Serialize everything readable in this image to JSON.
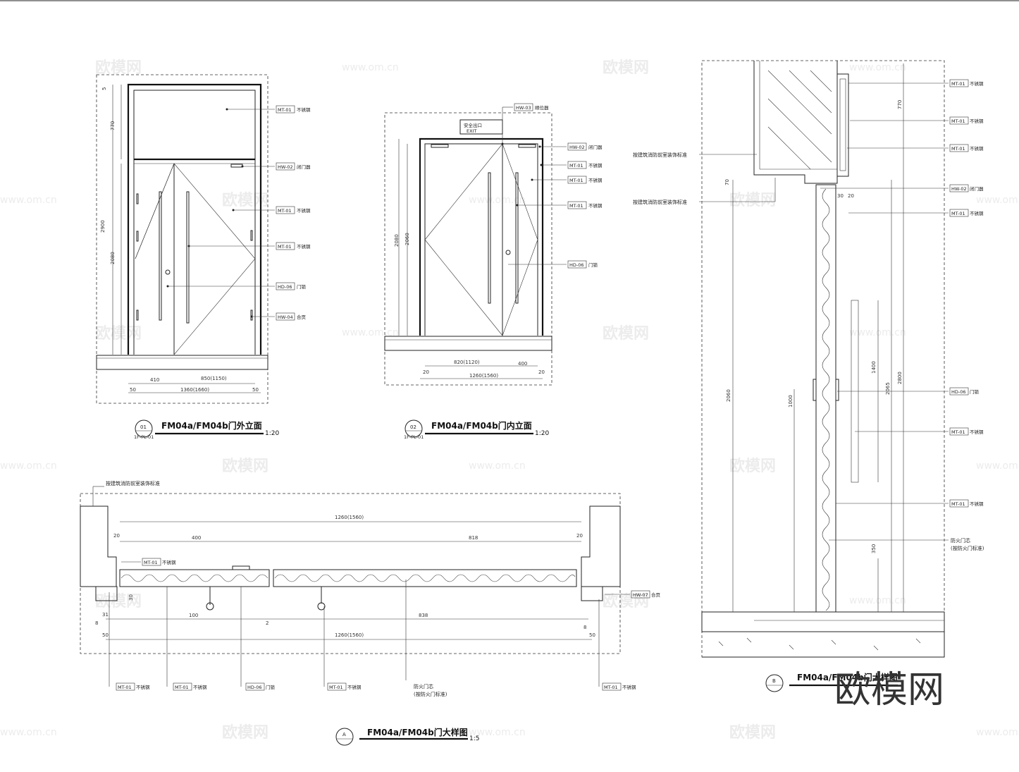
{
  "watermarks": {
    "brand": "欧模网",
    "url": "www.om.cn",
    "logo": "欧模网"
  },
  "drawing01": {
    "title": "FM04a/FM04b门外立面",
    "scale": "1:20",
    "number": "01",
    "sheet": "1F-PL-01",
    "tags": [
      {
        "code": "MT-01",
        "label": "不锈钢"
      },
      {
        "code": "HW-02",
        "label": "闭门器"
      },
      {
        "code": "MT-01",
        "label": "不锈钢"
      },
      {
        "code": "MT-01",
        "label": "不锈钢"
      },
      {
        "code": "HD-06",
        "label": "门锁"
      },
      {
        "code": "HW-04",
        "label": "合页"
      }
    ],
    "dims": {
      "d770": "770",
      "d2900": "2900",
      "d2080": "2080",
      "d410": "410",
      "d850": "850(1150)",
      "d1360": "1360(1660)",
      "d50a": "50",
      "d50b": "50",
      "d5": "5"
    }
  },
  "drawing02": {
    "title": "FM04a/FM04b门内立面",
    "scale": "1:20",
    "number": "02",
    "sheet": "1F-PL-01",
    "exit_sign": {
      "cn": "安全出口",
      "en": "EXIT"
    },
    "tags": [
      {
        "code": "HW-03",
        "label": "顺位器"
      },
      {
        "code": "HW-02",
        "label": "闭门器"
      },
      {
        "code": "MT-01",
        "label": "不锈钢"
      },
      {
        "code": "MT-01",
        "label": "不锈钢"
      },
      {
        "code": "MT-01",
        "label": "不锈钢"
      },
      {
        "code": "HD-06",
        "label": "门锁"
      }
    ],
    "dims": {
      "d2080": "2080",
      "d2060": "2060",
      "d820": "820(1120)",
      "d400": "400",
      "d1260": "1260(1560)",
      "d20a": "20",
      "d20b": "20"
    }
  },
  "drawingA": {
    "title": "FM04a/FM04b门大样图",
    "scale": "1:5",
    "number": "A",
    "note_top": "按建筑消防前室装饰标准",
    "tags": [
      {
        "code": "MT-01",
        "label": "不锈钢"
      },
      {
        "code": "HW-07",
        "label": "合页"
      }
    ],
    "bottom_tags": [
      {
        "code": "MT-01",
        "label": "不锈钢"
      },
      {
        "code": "MT-01",
        "label": "不锈钢"
      },
      {
        "code": "HD-06",
        "label": "门锁"
      },
      {
        "code": "MT-01",
        "label": "不锈钢"
      },
      {
        "code": "MT-01",
        "label": "不锈钢"
      }
    ],
    "core_label": "防火门芯",
    "core_sub": "(按防火门标准)",
    "dims": {
      "top1260": "1260(1560)",
      "d400": "400",
      "d818": "818",
      "d20a": "20",
      "d20b": "20",
      "d100": "100",
      "d838": "838",
      "bot1260": "1260(1560)",
      "d50a": "50",
      "d50b": "50",
      "d31": "31",
      "d8a": "8",
      "d8b": "8",
      "d30": "30",
      "d2": "2"
    }
  },
  "drawingB": {
    "title": "FM04a/FM04b门大样图",
    "number": "B",
    "notes": [
      "按建筑消防前室装饰标准",
      "按建筑消防前室装饰标准"
    ],
    "tags": [
      {
        "code": "MT-01",
        "label": "不锈钢"
      },
      {
        "code": "MT-01",
        "label": "不锈钢"
      },
      {
        "code": "MT-01",
        "label": "不锈钢"
      },
      {
        "code": "HW-02",
        "label": "闭门器"
      },
      {
        "code": "MT-01",
        "label": "不锈钢"
      },
      {
        "code": "HD-06",
        "label": "门锁"
      },
      {
        "code": "MT-01",
        "label": "不锈钢"
      },
      {
        "code": "MT-01",
        "label": "不锈钢"
      }
    ],
    "core_label": "防火门芯",
    "core_sub": "(按防火门标准)",
    "dims": {
      "d770": "770",
      "d2060": "2060",
      "d1000": "1000",
      "d1400": "1400",
      "d2065": "2065",
      "d2800": "2800",
      "d350": "350",
      "d30": "30",
      "d20": "20",
      "d70": "70"
    }
  }
}
